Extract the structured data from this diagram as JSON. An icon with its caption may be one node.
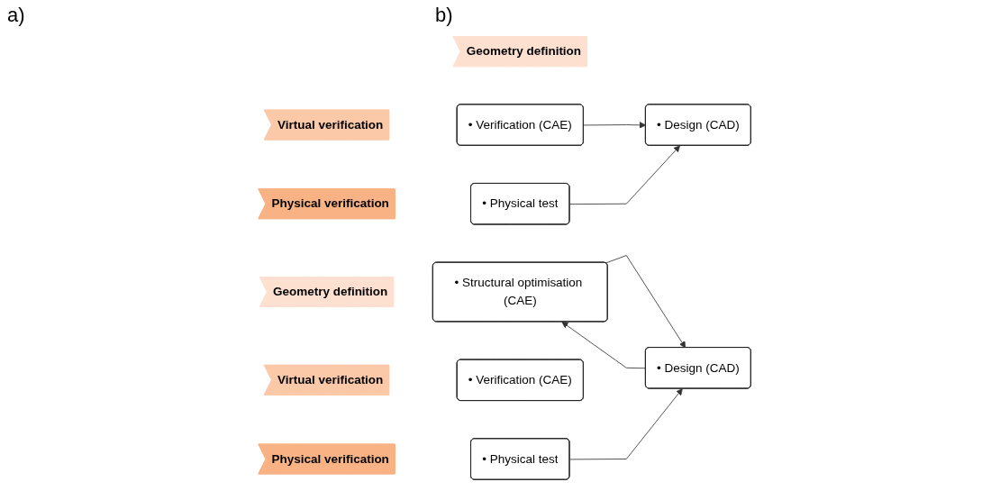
{
  "diagram": {
    "nodes": [
      {
        "text": [
          "Geometry definition"
        ]
      },
      {
        "text": [
          "• Design (CAD)"
        ]
      },
      {
        "text": [
          "Virtual verification"
        ]
      },
      {
        "text": [
          "• Verification (CAE)"
        ]
      },
      {
        "text": [
          "Physical verification"
        ]
      },
      {
        "text": [
          "• Physical test"
        ]
      },
      {
        "text": [
          "Geometry definition"
        ]
      },
      {
        "text": [
          "• Structural optimisation (CAE)"
        ]
      },
      {
        "text": [
          "• Design (CAD)"
        ]
      },
      {
        "text": [
          "Virtual verification"
        ]
      },
      {
        "text": [
          "• Verification (CAE)"
        ]
      },
      {
        "text": [
          "Physical verification"
        ]
      },
      {
        "text": [
          "• Physical test"
        ]
      }
    ],
    "edges": [
      {
        "from": 3,
        "to": 1,
        "arrow": "to"
      },
      {
        "from": 5,
        "to": 1,
        "arrow": "to"
      },
      {
        "from": 7,
        "to": 8,
        "arrow": "to"
      },
      {
        "from": 8,
        "to": 7,
        "arrow": "to"
      },
      {
        "from": 12,
        "to": 8,
        "arrow": "to"
      }
    ],
    "labels": [
      "a)",
      "b)"
    ]
  }
}
